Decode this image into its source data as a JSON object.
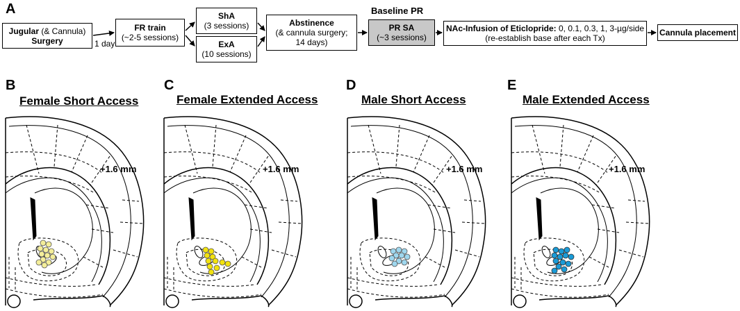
{
  "panels": {
    "a": "A",
    "b": "B",
    "c": "C",
    "d": "D",
    "e": "E"
  },
  "flow": {
    "jugular_bold": "Jugular",
    "jugular_rest": " (& Cannula)",
    "surgery": "Surgery",
    "one_day": "1 day",
    "fr_train": "FR train",
    "fr_sessions": "(~2-5 sessions)",
    "sha": "ShA",
    "sha_sessions": "(3 sessions)",
    "exa": "ExA",
    "exa_sessions": "(10 sessions)",
    "abstinence": "Abstinence",
    "abst_line2": "(& cannula surgery;",
    "abst_line3": "14 days)",
    "baseline_pr": "Baseline PR",
    "pr_sa": "PR SA",
    "pr_sessions": "(~3 sessions)",
    "nac_bold": "NAc-Infusion of Eticlopride:",
    "nac_doses": " 0, 0.1, 0.3, 1, 3-µg/side",
    "nac_line2": "(re-establish base after each Tx)",
    "cannula_placement": "Cannula placement"
  },
  "sections": [
    {
      "title": "Female Short Access",
      "mm": "+1.6 mm",
      "dot_color": "#f4ee9a"
    },
    {
      "title": "Female Extended Access",
      "mm": "+1.6 mm",
      "dot_color": "#f2e20f"
    },
    {
      "title": "Male Short Access",
      "mm": "+1.6 mm",
      "dot_color": "#9fd7ee"
    },
    {
      "title": "Male Extended Access",
      "mm": "+1.6 mm",
      "dot_color": "#1a9bd7"
    }
  ],
  "colors": {
    "line": "#000000",
    "shaded_box": "#c8c8c8"
  }
}
